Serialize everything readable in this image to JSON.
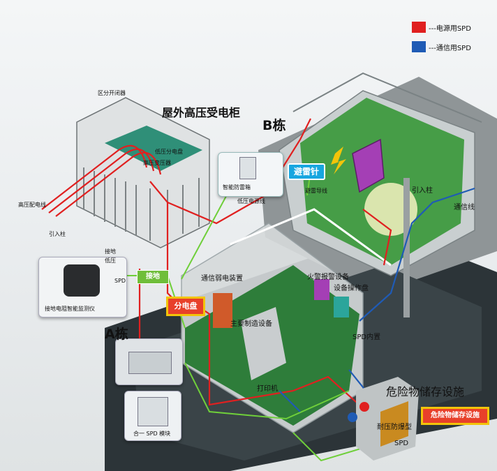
{
  "legend": {
    "items": [
      {
        "color": "#e02020",
        "label": "---电源用SPD"
      },
      {
        "color": "#1f5bb5",
        "label": "---通信用SPD"
      }
    ]
  },
  "labels": {
    "outdoor_cabinet": "屋外高压受电柜",
    "zone_switch": "区分开闭器",
    "low_voltage_panel": "低压分电盘",
    "hv_transformer": "高压变压器",
    "hv_line": "高压配电线",
    "entry_pole_left": "引入柱",
    "building_b": "B栋",
    "building_a": "A栋",
    "lightning_rod": "避雷针",
    "lv_power_line": "低压电源线",
    "entry_pole_right": "引入柱",
    "comm_line": "通信线",
    "ground": "接地",
    "ground_monitor": "接地电阻智能监测仪",
    "distribution_panel": "分电盘",
    "comm_weak_device": "通信弱电装置",
    "fire_alarm": "火警报警设备",
    "device_panel": "设备操作盘",
    "main_manufacturing": "主要制造设备",
    "printer": "打印机",
    "spd_internal": "SPD内置",
    "hazard_storage": "危险物储存设施",
    "hazard_storage_tag": "危险物储存设施",
    "explosion_proof": "耐压防爆型",
    "spd_bottom": "SPD",
    "spd_module": "合一 SPD 模块",
    "ground_small": "接地",
    "lv_small": "低压",
    "spd_small": "SPD",
    "hazard_line": "避雷导线",
    "smart_spd": "智能防雷箱"
  }
}
